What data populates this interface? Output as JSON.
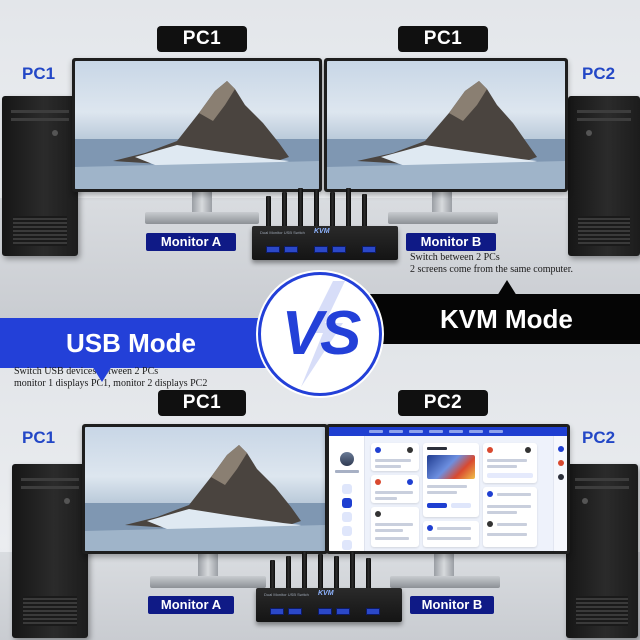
{
  "top": {
    "tag_left": "PC1",
    "tag_right": "PC1",
    "side_left": "PC1",
    "side_right": "PC2",
    "monitor_a": "Monitor A",
    "monitor_b": "Monitor B",
    "caption_line1": "Switch between 2 PCs",
    "caption_line2": "2 screens come from the same computer."
  },
  "bottom": {
    "tag_left": "PC1",
    "tag_right": "PC2",
    "side_left": "PC1",
    "side_right": "PC2",
    "monitor_a": "Monitor A",
    "monitor_b": "Monitor B",
    "caption_line1": "Switch USB devices between 2 PCs",
    "caption_line2": "monitor 1 displays PC1, monitor 2 displays PC2"
  },
  "modes": {
    "usb": "USB Mode",
    "kvm": "KVM Mode",
    "vs": "VS"
  },
  "colors": {
    "accent_blue": "#2340d8",
    "label_navy": "#0f1a86",
    "band_black": "#050505"
  }
}
